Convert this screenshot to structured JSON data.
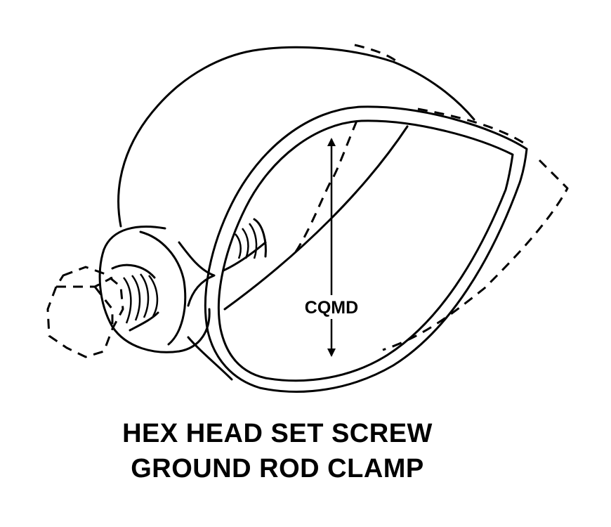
{
  "diagram": {
    "dimension_label": "CQMD",
    "caption_lines": [
      "HEX HEAD SET SCREW",
      "GROUND ROD CLAMP"
    ]
  }
}
